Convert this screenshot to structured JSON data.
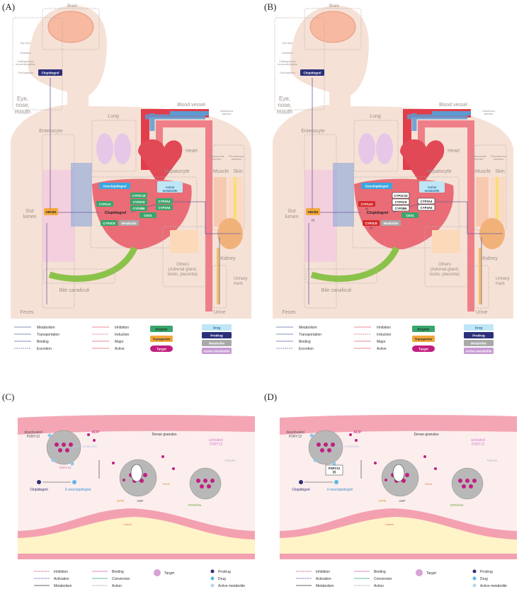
{
  "panels": {
    "A": "(A)",
    "B": "(B)",
    "C": "(C)",
    "D": "(D)"
  },
  "body_labels": {
    "brain": "Brain",
    "eye_nose_mouth": "Eye,\nnose,\nmouth",
    "lung": "Lung",
    "blood_vessel": "Blood vessel",
    "intravenous": "Intravenous\ninjection",
    "heart": "Heart",
    "enterocyte": "Enterocyte",
    "hepatocyte": "Hepatocyte",
    "gut_lumen": "Gut\nlumen",
    "intramuscular": "Intramuscular\ninjection",
    "percutaneous": "Percutaneous\nabsortion",
    "muscle": "Muscle",
    "skin": "Skin",
    "kidney": "Kidney",
    "others": "Others\n(Adrenal gland,\ntestis, placenta)",
    "bile_canaliculi": "Bile canaliculi",
    "urinary_track": "Urinary\ntrack",
    "feces": "Feces",
    "urine": "Urine",
    "eye_drop": "Eye drop",
    "inhalation": "Inhalation",
    "sublingual": "Sublingual and\nbuccal absorption",
    "oral": "Oral ingestion"
  },
  "diagram_A": {
    "prodrug": "Clopidogrel",
    "liver_drug": "Clopidogrel",
    "oxo": "Oxoclopidogrel",
    "active": "Active\nmetabolite",
    "metabolite": "Metabolite",
    "transporter": "ABCB1",
    "enzymes": [
      "CYP1A2",
      "CYP2C19",
      "CYP2C9",
      "CYP2B6",
      "CYP3A4",
      "CYP3A5",
      "CES1",
      "CYP2C8"
    ]
  },
  "diagram_B": {
    "prodrug": "Clopidogrel",
    "liver_drug": "Clopidogrel",
    "oxo": "Oxoclopidogrel",
    "active": "Active\nmetabolite",
    "metabolite": "Metabolite",
    "transporter": "ABCB1",
    "transporter_note": "(I)",
    "enzymes": [
      "CYP1A2",
      "CYP2C19",
      "CYP2C9",
      "CYP2B6",
      "CYP3A4",
      "CYP3A5",
      "CES1",
      "CYP2C8"
    ],
    "enzyme_notes": [
      "(I)",
      "(I)"
    ]
  },
  "legend_top": {
    "lines": [
      "Metabolism",
      "Transportation",
      "Binding",
      "Excretion",
      "Inhibition",
      "Induction",
      "Major",
      "Active"
    ],
    "boxes": [
      "Enzyme",
      "Transporter",
      "Target",
      "Drug",
      "Prodrug",
      "Metabolite",
      "Active metabolite"
    ]
  },
  "bottom_C": {
    "deactivated": "deactivated\nP2RY12",
    "adp": "ADP",
    "active_metabolite": "Active metabolite",
    "p2ry12": "P2RY12",
    "dense_granules": "Dense granules",
    "activated": "activated\nP2RY12",
    "platelet": "Platelet",
    "clopidogrel": "Clopidogrel",
    "oxo": "2-oxoclopidogrel",
    "gpib": "GPIb",
    "vwf": "vWF",
    "gp": "GPIIb/IIIa",
    "fibrin": "Fibrin",
    "lesion": "Lesion"
  },
  "bottom_D": {
    "deactivated": "deactivated\nP2RY12",
    "adp": "ADP",
    "active_metabolite": "Active metabolite",
    "p2ry12_inhib": "P2RY12\n(I)",
    "dense_granules": "Dense granules",
    "activated": "activated\nP2RY12",
    "platelet": "Platelet",
    "clopidogrel": "Clopidogrel",
    "oxo": "2-oxoclopidogrel",
    "gpib": "GPIb",
    "vwf": "vWF",
    "gp": "GPIIb/IIIa",
    "fibrin": "Fibrin",
    "lesion": "Lesion"
  },
  "legend_bottom": {
    "lines": [
      "Inhibition",
      "Activation",
      "Metabolism",
      "Binding",
      "Conversion",
      "Action"
    ],
    "items": [
      "Target",
      "Prodrug",
      "Drug",
      "Active metabolite"
    ]
  },
  "colors": {
    "body": "#f6e1d6",
    "liver": "#e96c76",
    "vessel_red": "#e23d4b",
    "vessel_blue": "#5d9ad1",
    "enzyme": "#3aa66c",
    "transporter": "#f2a93b",
    "target": "#c11f80",
    "prodrug": "#2c2f7a",
    "active": "#c79ad3",
    "bile": "#8bc34a",
    "inhib_enzyme": "#d22b2b"
  }
}
